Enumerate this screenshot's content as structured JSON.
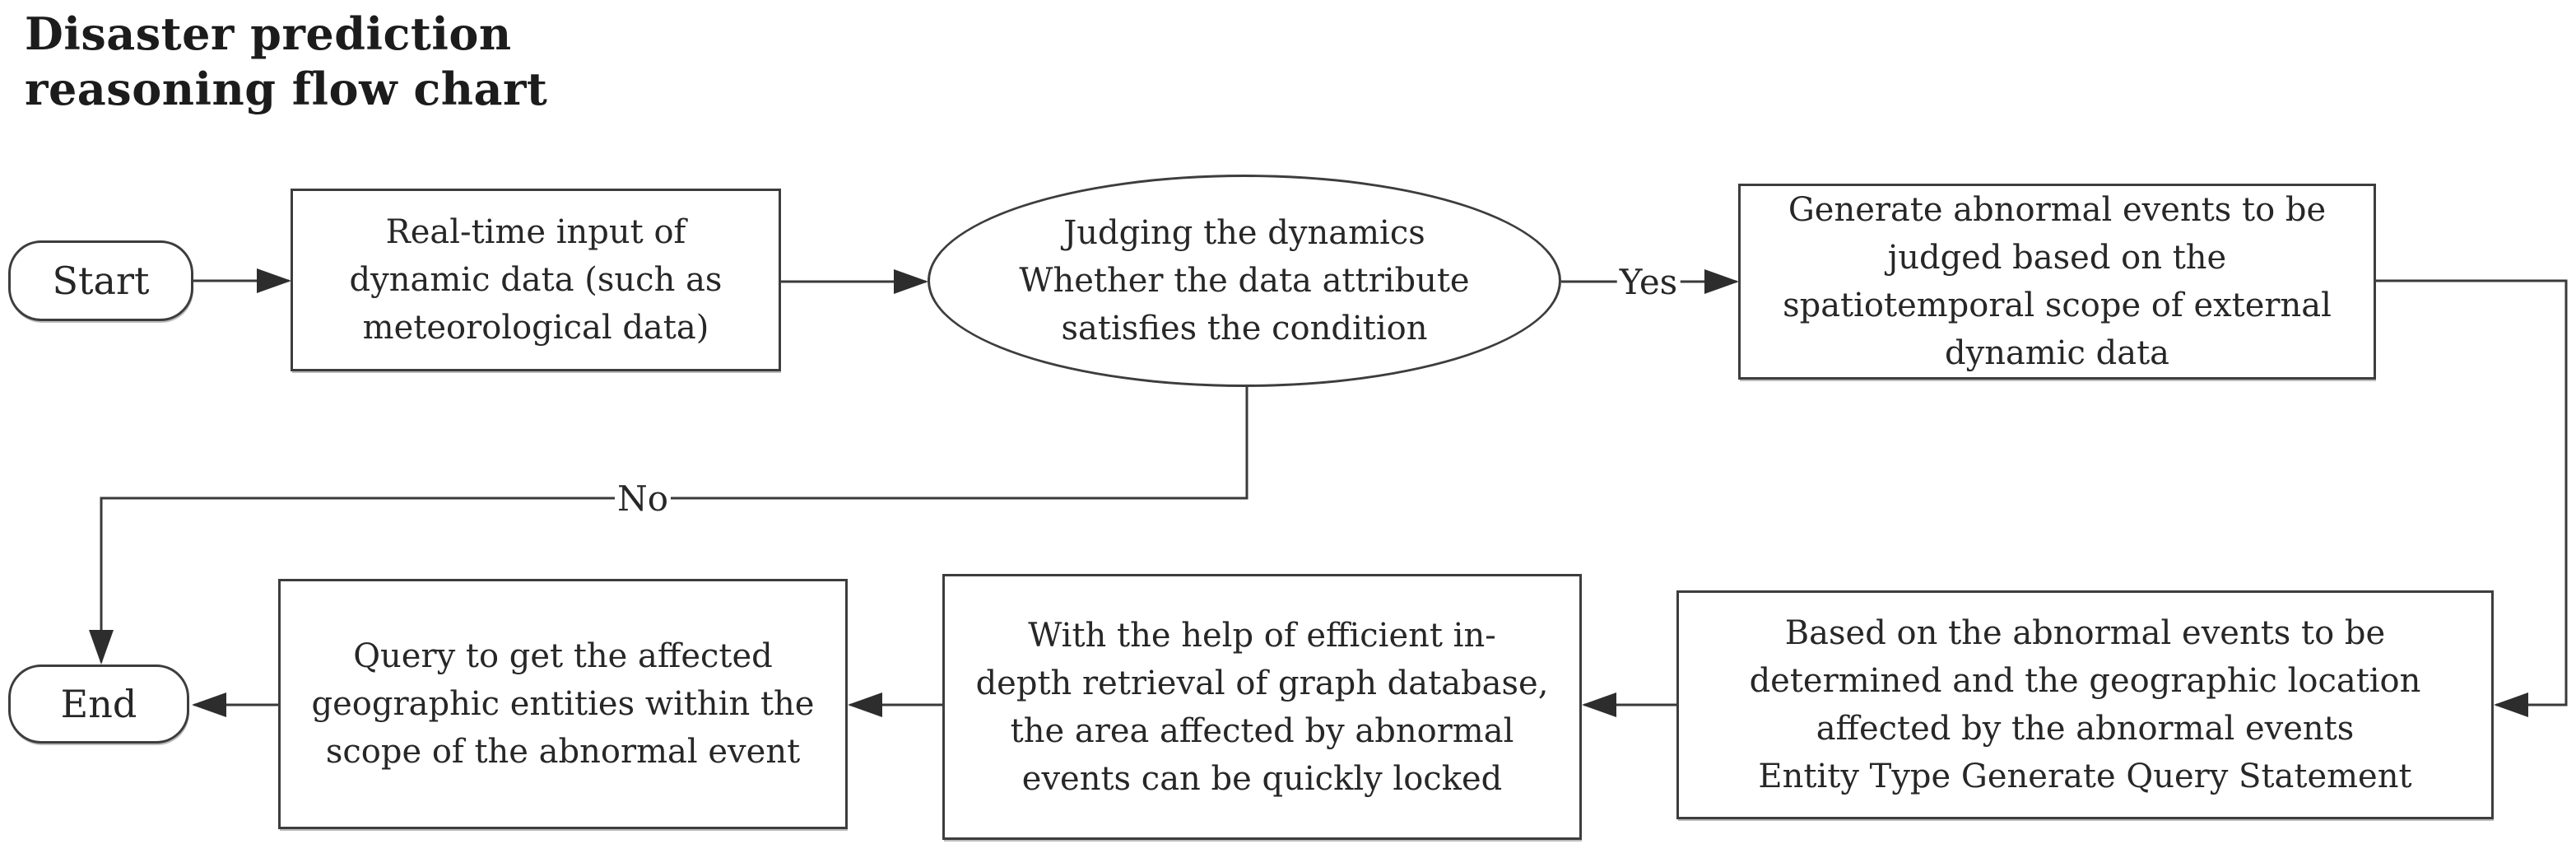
{
  "title": "Disaster prediction\nreasoning flow chart",
  "nodes": {
    "start": {
      "type": "terminator",
      "label": "Start"
    },
    "input": {
      "type": "process",
      "label": "Real-time input of\ndynamic data (such as\nmeteorological data)"
    },
    "judge": {
      "type": "decision",
      "label": "Judging the dynamics\nWhether the data attribute\nsatisfies the condition"
    },
    "generate": {
      "type": "process",
      "label": "Generate abnormal events to be\njudged based on the\nspatiotemporal scope of external\ndynamic data"
    },
    "based": {
      "type": "process",
      "label": "Based on the abnormal events to be\ndetermined and the geographic location\naffected by the abnormal events\nEntity Type Generate Query Statement"
    },
    "retrieval": {
      "type": "process",
      "label": "With the help of efficient in-\ndepth retrieval of graph database,\nthe area affected by abnormal\nevents can be quickly locked"
    },
    "query": {
      "type": "process",
      "label": "Query to get the affected\ngeographic entities within the\nscope of the abnormal event"
    },
    "end": {
      "type": "terminator",
      "label": "End"
    }
  },
  "edge_labels": {
    "yes": "Yes",
    "no": "No"
  },
  "edges": [
    {
      "from": "start",
      "to": "input",
      "label": ""
    },
    {
      "from": "input",
      "to": "judge",
      "label": ""
    },
    {
      "from": "judge",
      "to": "generate",
      "label": "Yes"
    },
    {
      "from": "generate",
      "to": "based",
      "label": ""
    },
    {
      "from": "based",
      "to": "retrieval",
      "label": ""
    },
    {
      "from": "retrieval",
      "to": "query",
      "label": ""
    },
    {
      "from": "query",
      "to": "end",
      "label": ""
    },
    {
      "from": "judge",
      "to": "end",
      "label": "No"
    }
  ],
  "colors": {
    "stroke": "#3a3a3a",
    "text": "#272727",
    "background": "#ffffff"
  }
}
